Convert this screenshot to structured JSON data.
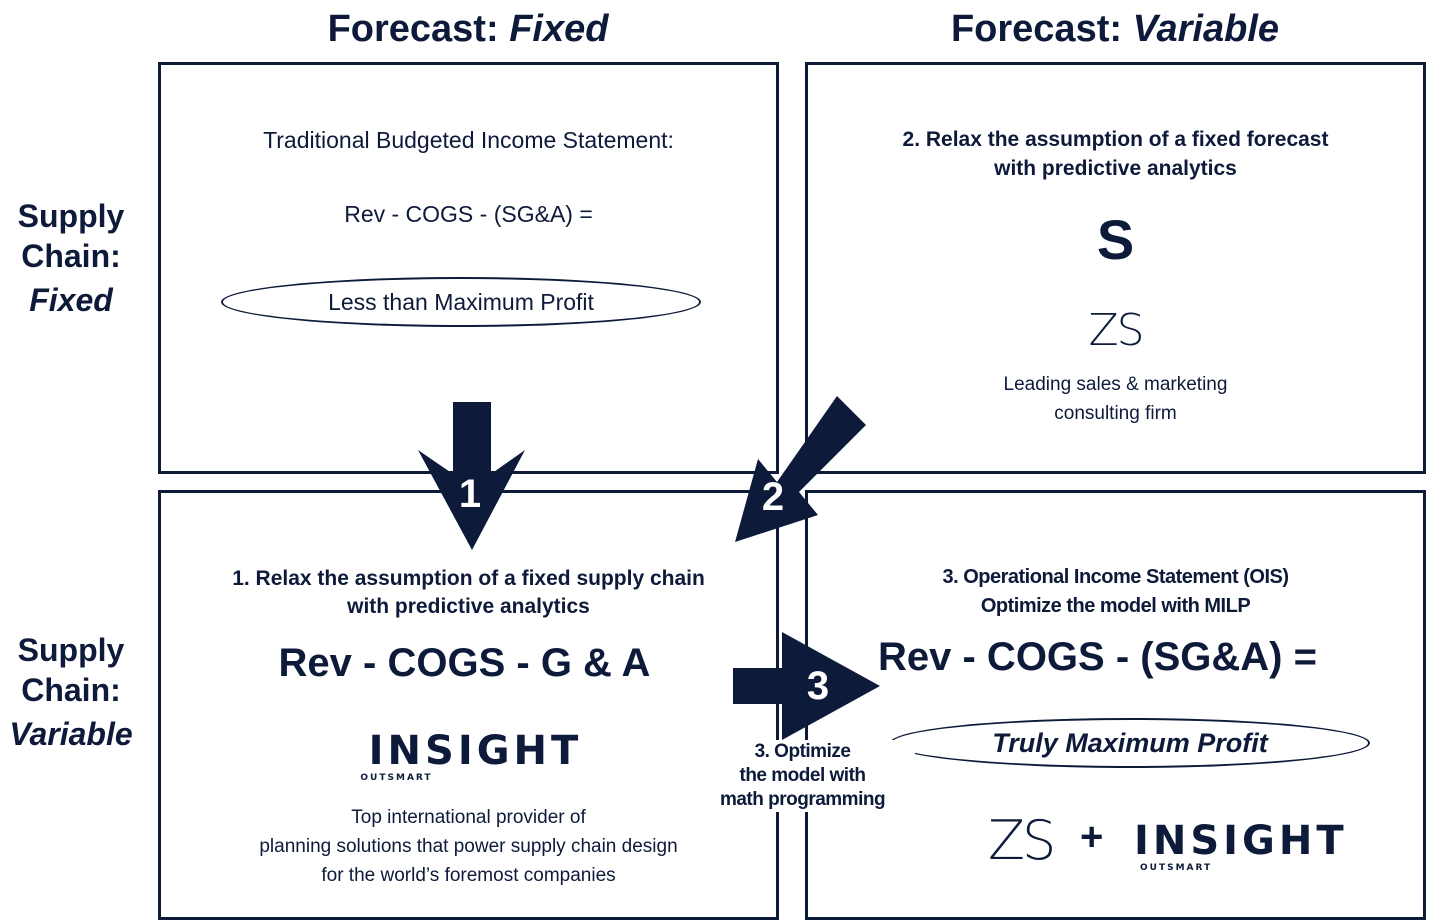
{
  "columns": {
    "fixed": {
      "prefix": "Forecast: ",
      "emph": "Fixed"
    },
    "variable": {
      "prefix": "Forecast: ",
      "emph": "Variable"
    }
  },
  "rows": {
    "fixed": {
      "line1": "Supply",
      "line2": "Chain:",
      "emph": "Fixed"
    },
    "variable": {
      "line1": "Supply",
      "line2": "Chain:",
      "emph": "Variable"
    }
  },
  "q1": {
    "title": "Traditional Budgeted Income Statement:",
    "formula": "Rev - COGS - (SG&A) =",
    "result": "Less than Maximum Profit"
  },
  "q2": {
    "heading_line1": "2. Relax the assumption of a fixed forecast",
    "heading_line2": "with predictive analytics",
    "letter": "S",
    "logo": "ZS",
    "desc_line1": "Leading sales & marketing",
    "desc_line2": "consulting firm"
  },
  "q3": {
    "heading_line1": "1. Relax the assumption of a fixed supply chain",
    "heading_line2": "with predictive analytics",
    "formula": "Rev - COGS - G & A",
    "logo": "INSIGHT",
    "logo_sub": "OUTSMART",
    "desc_line1": "Top international provider of",
    "desc_line2": "planning solutions that power supply chain design",
    "desc_line3": "for the world’s foremost companies"
  },
  "q4": {
    "heading_line1": "3. Operational Income Statement (OIS)",
    "heading_line2": "Optimize the model with MILP",
    "formula": "Rev - COGS - (SG&A) =",
    "result": "Truly Maximum Profit",
    "logo_zs": "ZS",
    "plus": "+",
    "logo_insight": "INSIGHT",
    "logo_sub": "OUTSMART"
  },
  "arrows": {
    "a1": "1",
    "a2": "2",
    "a3": "3",
    "a3_caption_line1": "3. Optimize",
    "a3_caption_line2": "the model with",
    "a3_caption_line3": "math programming"
  },
  "colors": {
    "navy": "#0d1a3a",
    "background": "#ffffff"
  }
}
